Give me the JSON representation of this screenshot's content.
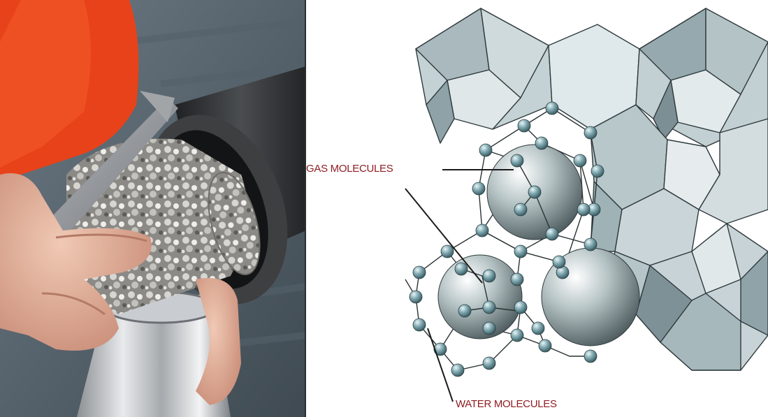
{
  "photo": {
    "subject": "core-sample-photo",
    "colors": {
      "jacket": "#e8421a",
      "core": "#9a9893",
      "pipe": "#3a3c3e",
      "background": "#5b6872"
    }
  },
  "diagram": {
    "labels": {
      "gas": "GAS MOLECULES",
      "water": "WATER MOLECULES"
    },
    "colors": {
      "label": "#8f1d24",
      "cage_light": "#d9e3e6",
      "cage_mid": "#a8b8bd",
      "cage_dark": "#7f9298",
      "molecule": "#7fa8b0"
    }
  }
}
